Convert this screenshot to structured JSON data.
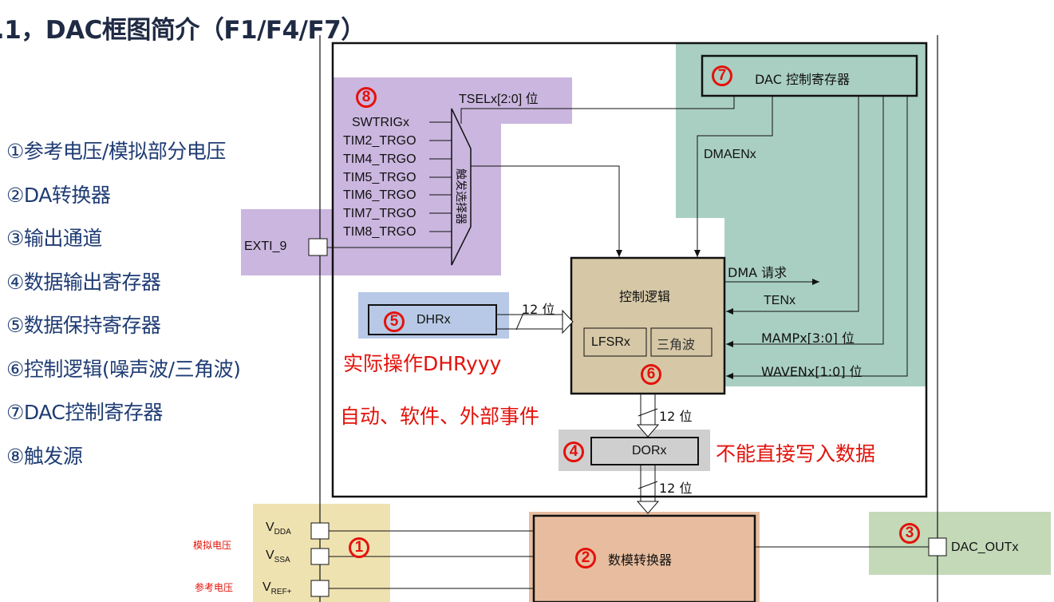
{
  "title": ".1，DAC框图简介（F1/F4/F7）",
  "legend": [
    "①参考电压/模拟部分电压",
    "②DA转换器",
    "③输出通道",
    "④数据输出寄存器",
    "⑤数据保持寄存器",
    "⑥控制逻辑(噪声波/三角波)",
    "⑦DAC控制寄存器",
    "⑧触发源"
  ],
  "markers": {
    "m1": "1",
    "m2": "2",
    "m3": "3",
    "m4": "4",
    "m5": "5",
    "m6": "6",
    "m7": "7",
    "m8": "8"
  },
  "dac_ctrl_reg": "DAC 控制寄存器",
  "tsel": "TSELx[2:0] 位",
  "trigger_inputs": [
    "SWTRIGx",
    "TIM2_TRGO",
    "TIM4_TRGO",
    "TIM5_TRGO",
    "TIM6_TRGO",
    "TIM7_TRGO",
    "TIM8_TRGO"
  ],
  "exti": "EXTI_9",
  "trigger_selector": "触发选择器",
  "dmaen": "DMAENx",
  "dma_request": "DMA 请求",
  "control_logic": "控制逻辑",
  "lfsr": "LFSRx",
  "triangle": "三角波",
  "ten": "TENx",
  "mamp": "MAMPx[3:0] 位",
  "waven": "WAVENx[1:0] 位",
  "dhr": "DHRx",
  "bits_12": "12 位",
  "dor": "DORx",
  "converter": "数模转换器",
  "dac_out": "DAC_OUTx",
  "vdda_main": "V",
  "vdda_sub": "DDA",
  "vssa_main": "V",
  "vssa_sub": "SSA",
  "vref_main": "V",
  "vref_sub": "REF+",
  "note_dhr": "实际操作DHRyyy",
  "note_trigger": "自动、软件、外部事件",
  "note_dor": "不能直接写入数据",
  "note_analog": "模拟电压",
  "note_ref": "参考电压",
  "colors": {
    "purple": "#cbb6df",
    "teal": "#a9cfc3",
    "tan": "#d6c8a6",
    "blue": "#b7c9e6",
    "gray": "#cfcfcf",
    "salmon": "#e8bd9f",
    "yellow": "#efe2b1",
    "green": "#c3d9b8",
    "red": "#e3120b",
    "navy": "#1f3c74"
  }
}
